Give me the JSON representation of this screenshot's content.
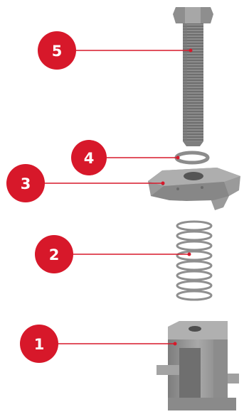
{
  "diagram": {
    "accent_color": "#d7182a",
    "part_color": "#9a9a9a",
    "callouts": [
      {
        "label": "5",
        "part": "hex-bolt"
      },
      {
        "label": "4",
        "part": "washer"
      },
      {
        "label": "3",
        "part": "clamp-plate"
      },
      {
        "label": "2",
        "part": "spring"
      },
      {
        "label": "1",
        "part": "channel-nut-body"
      }
    ]
  }
}
